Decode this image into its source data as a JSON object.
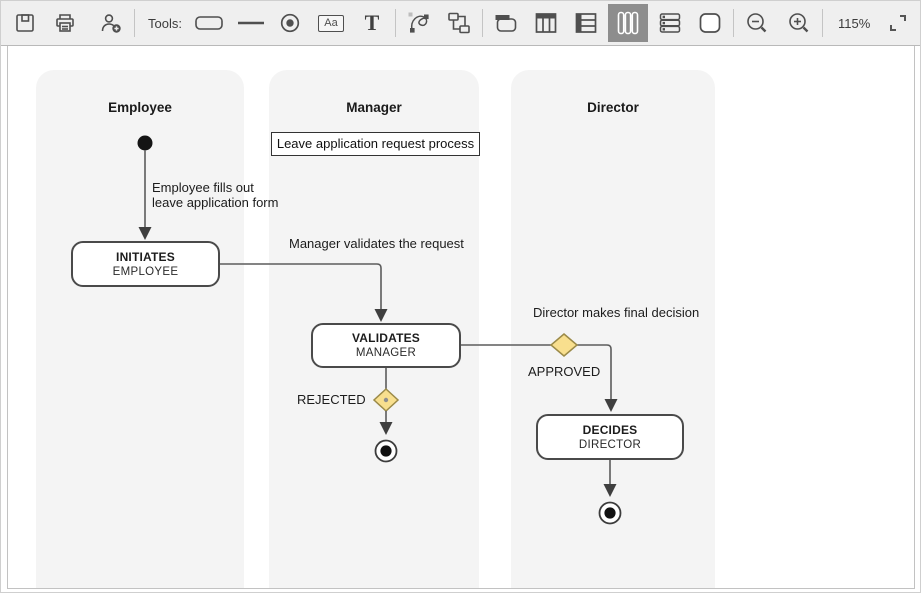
{
  "toolbar": {
    "tools_label": "Tools:",
    "zoom_level": "115%",
    "aa_label": "Aa",
    "t_label": "T",
    "items": [
      "save",
      "print",
      "add-user",
      "rounded-rect-tool",
      "line-tool",
      "radio-state-tool",
      "textbox-tool",
      "text-tool",
      "curve-tool",
      "tree-tool",
      "titled-state-tool",
      "column-table-tool",
      "row-table-tool",
      "vertical-lanes-tool",
      "horizontal-lanes-tool",
      "rounded-container-tool",
      "zoom-out",
      "zoom-in",
      "fullscreen"
    ],
    "selected_item": "vertical-lanes-tool"
  },
  "lanes": [
    {
      "title": "Employee"
    },
    {
      "title": "Manager"
    },
    {
      "title": "Director"
    }
  ],
  "diagram": {
    "title": "Leave application request process",
    "nodes": [
      {
        "title": "INITIATES",
        "subtitle": "EMPLOYEE"
      },
      {
        "title": "VALIDATES",
        "subtitle": "MANAGER"
      },
      {
        "title": "DECIDES",
        "subtitle": "DIRECTOR"
      }
    ],
    "labels": {
      "fill_form": "Employee fills out\nleave application form",
      "validate": "Manager validates the request",
      "decide": "Director makes final decision",
      "approved": "APPROVED",
      "rejected": "REJECTED"
    },
    "colors": {
      "lane_bg": "#f4f4f4",
      "node_border": "#4a4a4a",
      "edge": "#5c5c5c",
      "diamond_fill": "#f8df8e",
      "diamond_stroke": "#9b8a48"
    }
  }
}
